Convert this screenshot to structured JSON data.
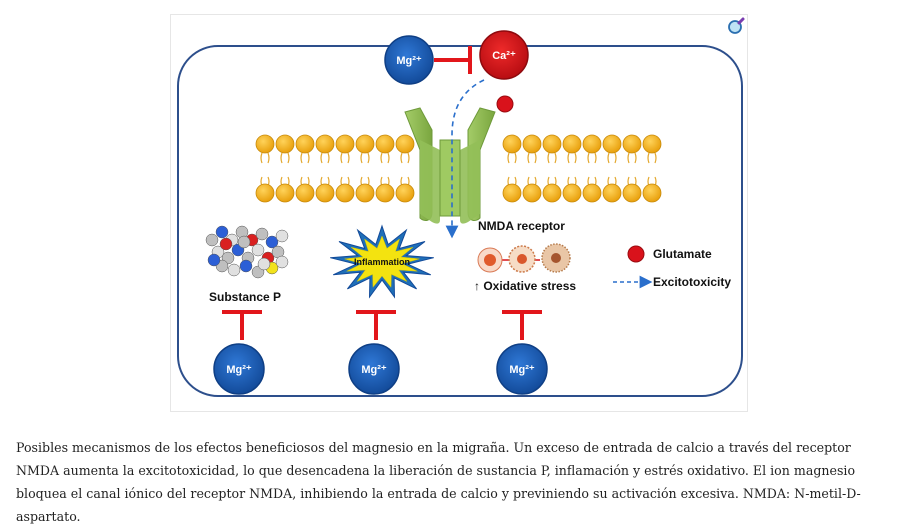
{
  "figure": {
    "labels": {
      "mg_ion": "Mg²⁺",
      "ca_ion": "Ca²⁺",
      "nmda_receptor": "NMDA receptor",
      "substance_p": "Substance P",
      "inflammation": "Inflammation",
      "oxidative_stress": "↑ Oxidative stress"
    },
    "legend": {
      "glutamate": "Glutamate",
      "excitotoxicity": "Excitotoxicity"
    },
    "colors": {
      "mg_blue": "#1f5fb5",
      "ca_red": "#d9121b",
      "inhibit_red": "#e2161b",
      "lipid_head": "#f5b01a",
      "lipid_tail": "#e3a82d",
      "channel_green": "#8cba4f",
      "channel_green_dark": "#6e9a3a",
      "excitotoxicity_blue": "#2a6fcc",
      "frame_border": "#2d4f8c",
      "inflammation_blue": "#1f6fb8",
      "inflammation_yellow": "#f3e310"
    }
  },
  "caption": "Posibles mecanismos de los efectos beneficiosos del magnesio en la migraña. Un exceso de entrada de calcio a través del receptor NMDA aumenta la excitotoxicidad, lo que desencadena la liberación de sustancia P, inflamación y estrés oxidativo. El ion magnesio bloquea el canal iónico del receptor NMDA, inhibiendo la entrada de calcio y previniendo su activación excesiva. NMDA: N-metil-D-aspartato.",
  "zoom": {
    "icon": "magnifier-icon"
  }
}
